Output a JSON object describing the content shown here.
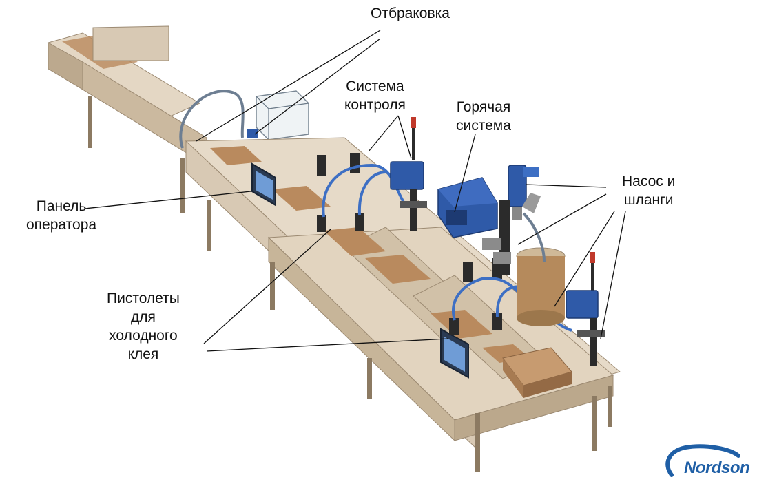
{
  "callouts": {
    "rejection": "Отбраковка",
    "control_system": [
      "Система",
      "контроля"
    ],
    "hot_system": [
      "Горячая",
      "система"
    ],
    "pump_hoses": [
      "Насос и",
      "шланги"
    ],
    "operator_panel": [
      "Панель",
      "оператора"
    ],
    "cold_glue_guns": [
      "Пистолеты",
      "для",
      "холодного",
      "клея"
    ]
  },
  "brand": {
    "name": "Nordson",
    "color": "#1f5fa6"
  },
  "colors": {
    "frame": "#d8c9b4",
    "frame_shade": "#b9a88f",
    "carton": "#b98a5e",
    "blue_unit": "#2f5aa8",
    "hose": "#3d6fc4",
    "leader_line": "#111111"
  }
}
